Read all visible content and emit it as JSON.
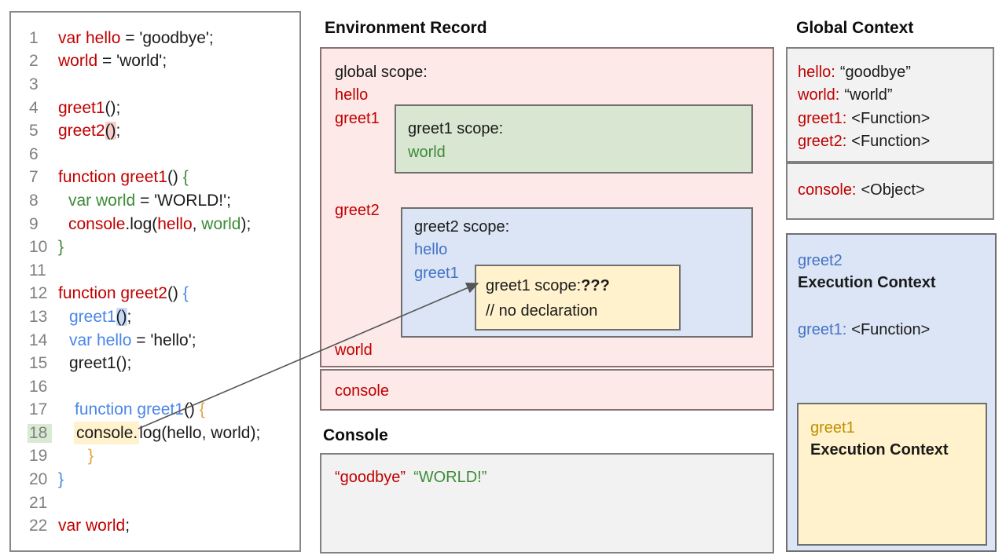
{
  "colors": {
    "pink_fill": "#fce9e8",
    "green_fill": "#d9e7d2",
    "blue_fill": "#dbe5f6",
    "yellow_fill": "#fff2cc",
    "gray_fill": "#f2f2f2",
    "red_text": "#c00000",
    "green_text": "#3d8b37",
    "code_blue_text": "#4a86e8",
    "box_blue_text": "#4472c4",
    "gold_text": "#bf9000",
    "arrow": "#555555"
  },
  "code_panel": {
    "lines": [
      {
        "n": "1",
        "ind": 0,
        "tokens": [
          {
            "t": "var hello",
            "c": "red"
          },
          {
            "t": " = 'goodbye';"
          }
        ]
      },
      {
        "n": "2",
        "ind": 0,
        "tokens": [
          {
            "t": "world",
            "c": "red"
          },
          {
            "t": " = 'world';"
          }
        ]
      },
      {
        "n": "3",
        "ind": 0,
        "tokens": []
      },
      {
        "n": "4",
        "ind": 0,
        "tokens": [
          {
            "t": "greet1",
            "c": "red"
          },
          {
            "t": "();"
          }
        ]
      },
      {
        "n": "5",
        "ind": 0,
        "tokens": [
          {
            "t": "greet2",
            "c": "red"
          },
          {
            "t": "()",
            "hl": "pink"
          },
          {
            "t": ";"
          }
        ]
      },
      {
        "n": "6",
        "ind": 0,
        "tokens": []
      },
      {
        "n": "7",
        "ind": 0,
        "tokens": [
          {
            "t": "function greet1",
            "c": "red"
          },
          {
            "t": "() "
          },
          {
            "t": "{",
            "c": "green"
          }
        ]
      },
      {
        "n": "8",
        "ind": 13,
        "tokens": [
          {
            "t": "var world",
            "c": "green"
          },
          {
            "t": " = 'WORLD!';"
          }
        ]
      },
      {
        "n": "9",
        "ind": 13,
        "tokens": [
          {
            "t": "console",
            "c": "red"
          },
          {
            "t": ".log("
          },
          {
            "t": "hello",
            "c": "red"
          },
          {
            "t": ", "
          },
          {
            "t": "world",
            "c": "green"
          },
          {
            "t": ");"
          }
        ]
      },
      {
        "n": "10",
        "ind": 0,
        "tokens": [
          {
            "t": "}",
            "c": "green"
          }
        ]
      },
      {
        "n": "11",
        "ind": 0,
        "tokens": []
      },
      {
        "n": "12",
        "ind": 0,
        "tokens": [
          {
            "t": "function greet2",
            "c": "red"
          },
          {
            "t": "() "
          },
          {
            "t": "{",
            "c": "blue"
          }
        ]
      },
      {
        "n": "13",
        "ind": 14,
        "tokens": [
          {
            "t": "greet1",
            "c": "blue"
          },
          {
            "t": "()",
            "hl": "blue"
          },
          {
            "t": ";"
          }
        ]
      },
      {
        "n": "14",
        "ind": 14,
        "tokens": [
          {
            "t": "var hello",
            "c": "blue"
          },
          {
            "t": " = 'hello';"
          }
        ]
      },
      {
        "n": "15",
        "ind": 14,
        "tokens": [
          {
            "t": "greet1();"
          }
        ]
      },
      {
        "n": "16",
        "ind": 0,
        "tokens": []
      },
      {
        "n": "17",
        "ind": 21,
        "tokens": [
          {
            "t": "function greet1",
            "c": "blue"
          },
          {
            "t": "() "
          },
          {
            "t": "{",
            "c": "codegold"
          }
        ]
      },
      {
        "n": "18",
        "ind": 22,
        "num_hl": "green",
        "tokens": [
          {
            "t": "console.",
            "hl": "yellow"
          },
          {
            "t": "log(hello, world);"
          }
        ]
      },
      {
        "n": "19",
        "ind": 38,
        "tokens": [
          {
            "t": "}",
            "c": "codegold"
          }
        ]
      },
      {
        "n": "20",
        "ind": 0,
        "tokens": [
          {
            "t": "}",
            "c": "blue"
          }
        ]
      },
      {
        "n": "21",
        "ind": 0,
        "tokens": []
      },
      {
        "n": "22",
        "ind": 0,
        "tokens": [
          {
            "t": "var world",
            "c": "red"
          },
          {
            "t": ";"
          }
        ]
      }
    ]
  },
  "env": {
    "heading": "Environment Record",
    "global_label": "global scope:",
    "vars": {
      "hello": "hello",
      "greet1": "greet1",
      "greet2": "greet2",
      "world": "world",
      "console": "console"
    },
    "greet1_scope": {
      "label": "greet1 scope:",
      "world": "world"
    },
    "greet2_scope": {
      "label": "greet2 scope:",
      "hello": "hello",
      "greet1": "greet1"
    },
    "inner": {
      "label": "greet1 scope:",
      "unknown": "???",
      "comment": "// no declaration"
    }
  },
  "console_panel": {
    "heading": "Console",
    "out_red": "“goodbye”",
    "out_green": "“WORLD!”"
  },
  "global_context": {
    "heading": "Global Context",
    "rows": [
      {
        "k": "hello:",
        "v": "“goodbye”"
      },
      {
        "k": "world:",
        "v": "“world”"
      },
      {
        "k": "greet1:",
        "v": "<Function>"
      },
      {
        "k": "greet2:",
        "v": "<Function>"
      }
    ],
    "console_row": {
      "k": "console:",
      "v": "<Object>"
    }
  },
  "greet2_ec": {
    "name": "greet2",
    "title": "Execution Context",
    "row": {
      "k": "greet1:",
      "v": "<Function>"
    }
  },
  "greet1_ec": {
    "name": "greet1",
    "title": "Execution Context"
  }
}
